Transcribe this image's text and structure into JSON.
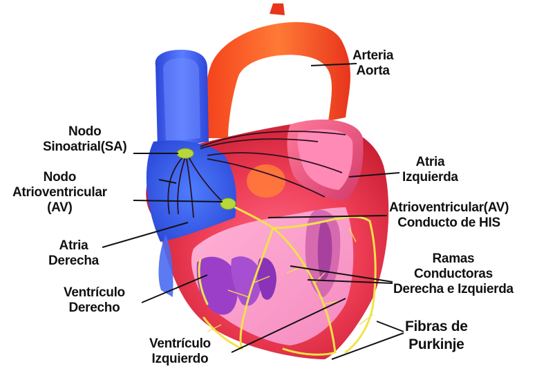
{
  "labels": {
    "aorta": [
      "Arteria",
      "Aorta"
    ],
    "sa_node": [
      "Nodo",
      "Sinoatrial(SA)"
    ],
    "av_node": [
      "Nodo",
      "Atrioventricular",
      "(AV)"
    ],
    "right_atrium": [
      "Atria",
      "Derecha"
    ],
    "right_ventricle": [
      "Ventrículo",
      "Derecho"
    ],
    "left_ventricle": [
      "Ventrículo",
      "Izquierdo"
    ],
    "left_atrium": [
      "Atria",
      "Izquierda"
    ],
    "his_bundle": [
      "Atrioventricular(AV)",
      "Conducto de HIS"
    ],
    "bundle_branches": [
      "Ramas",
      "Conductoras",
      "Derecha e Izquierda"
    ],
    "purkinje": [
      "Fibras de",
      "Purkinje"
    ]
  },
  "colors": {
    "aorta": "#f03a1e",
    "aorta_highlight": "#ff8a4a",
    "vena_cava": "#3a5cf0",
    "right_atrium": "#3f6bff",
    "myocardium": "#e8384a",
    "left_atrium_wall": "#ff9fb0",
    "ventricle_chamber": "#9b3fc8",
    "conduction": "#f2e24a",
    "node": "#b6d83a"
  }
}
